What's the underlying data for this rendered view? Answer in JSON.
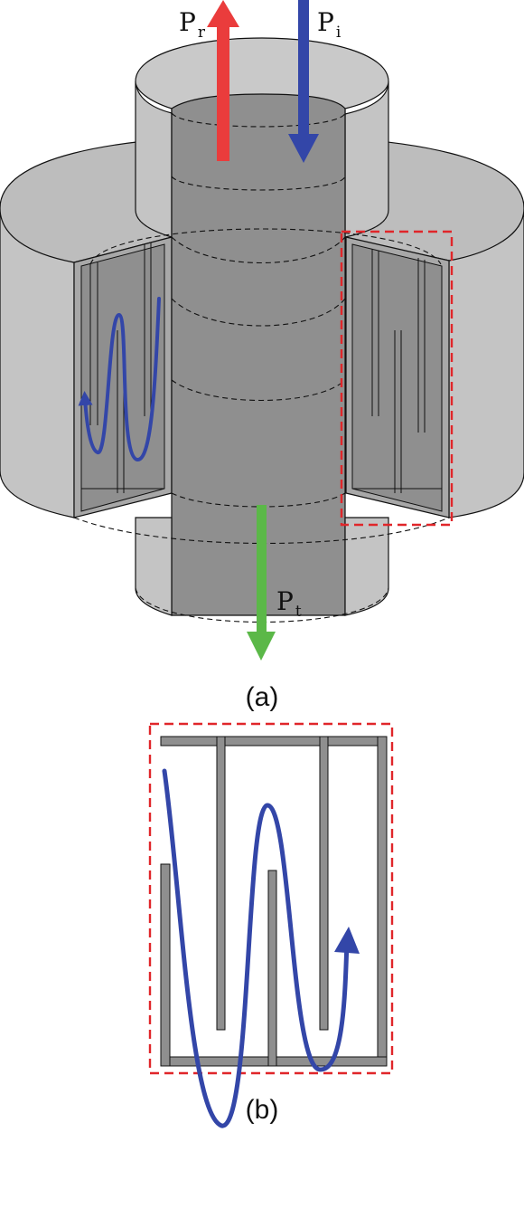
{
  "labels": {
    "reflected": {
      "main": "P",
      "sub": "r"
    },
    "incident": {
      "main": "P",
      "sub": "i"
    },
    "transmitted": {
      "main": "P",
      "sub": "t"
    },
    "panel_a": "(a)",
    "panel_b": "(b)"
  },
  "colors": {
    "reflected_arrow": "#ea3c3c",
    "incident_arrow": "#3346a8",
    "transmitted_arrow": "#5bb848",
    "wave_path": "#3346a8",
    "highlight_box": "#e0262a",
    "metal_light": "#c4c4c4",
    "metal_mid": "#a8a8a8",
    "metal_dark": "#8c8c8c"
  }
}
